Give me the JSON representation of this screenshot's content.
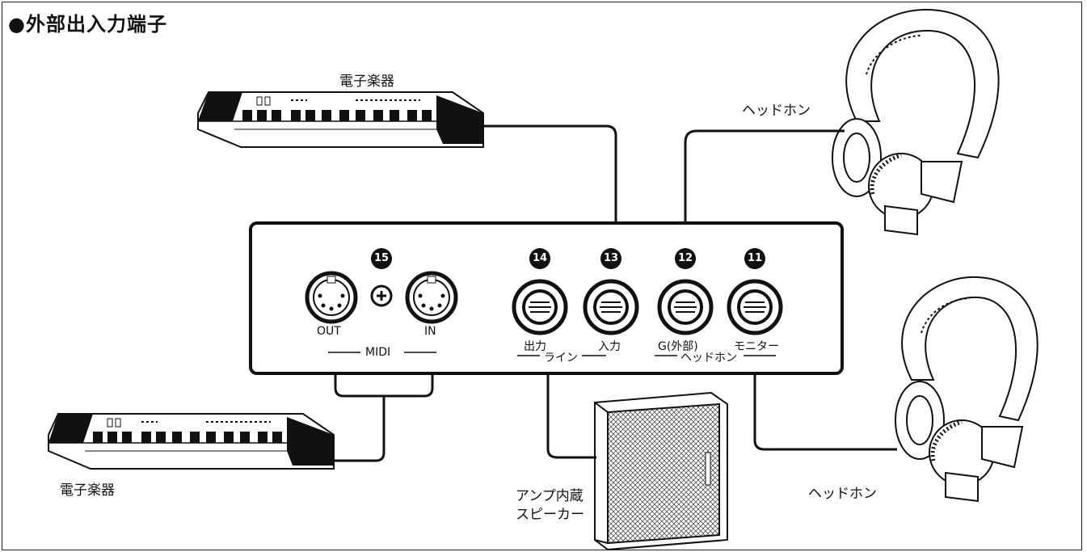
{
  "title": "●外部出入力端子",
  "devices": {
    "keyboard_top": "電子楽器",
    "keyboard_bottom": "電子楽器",
    "headphones_top": "ヘッドホン",
    "headphones_bottom": "ヘッドホン",
    "speaker_line1": "アンプ内蔵",
    "speaker_line2": "スピーカー"
  },
  "panel": {
    "jack_numbers": [
      "15",
      "14",
      "13",
      "12",
      "11"
    ],
    "midi_out": "OUT",
    "midi_in": "IN",
    "midi_group": "MIDI",
    "line_out": "出力",
    "line_in": "入力",
    "line_group": "ライン",
    "hp_external": "G(外部)",
    "hp_monitor": "モニター",
    "hp_group": "ヘッドホン"
  }
}
